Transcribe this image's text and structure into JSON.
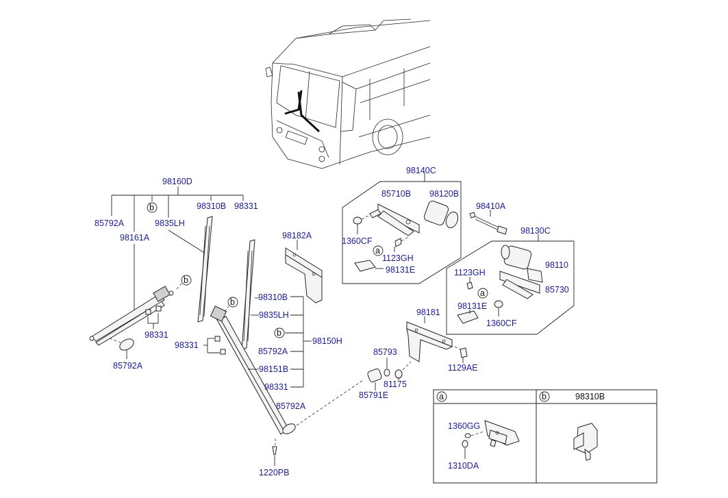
{
  "labels": {
    "p98160D": "98160D",
    "p85792A_top": "85792A",
    "p98161A": "98161A",
    "p9835LH_top": "9835LH",
    "p98310B_top": "98310B",
    "p98331_top": "98331",
    "p98331_left": "98331",
    "p85792A_left": "85792A",
    "p98331_mid": "98331",
    "p98310B_mid": "98310B",
    "p9835LH_mid": "9835LH",
    "p85792A_mid": "85792A",
    "p98151B": "98151B",
    "p98331_low": "98331",
    "p98150H": "98150H",
    "p98182A": "98182A",
    "p98140C": "98140C",
    "p85710B": "85710B",
    "p98120B": "98120B",
    "p1360CF_top": "1360CF",
    "p1123GH_top": "1123GH",
    "p98131E_top": "98131E",
    "p98410A": "98410A",
    "p98130C": "98130C",
    "p98110": "98110",
    "p1123GH_right": "1123GH",
    "p85730": "85730",
    "p98131E_right": "98131E",
    "p1360CF_right": "1360CF",
    "p98181": "98181",
    "p1129AE": "1129AE",
    "p85793": "85793",
    "p81175": "81175",
    "p85791E": "85791E",
    "p85792A_low": "85792A",
    "p1220PB": "1220PB",
    "p1360GG": "1360GG",
    "p1310DA": "1310DA"
  },
  "markers": {
    "a": "a",
    "b": "b"
  },
  "legend": {
    "a_header": "a",
    "b_header": "b",
    "b_part": "98310B"
  }
}
